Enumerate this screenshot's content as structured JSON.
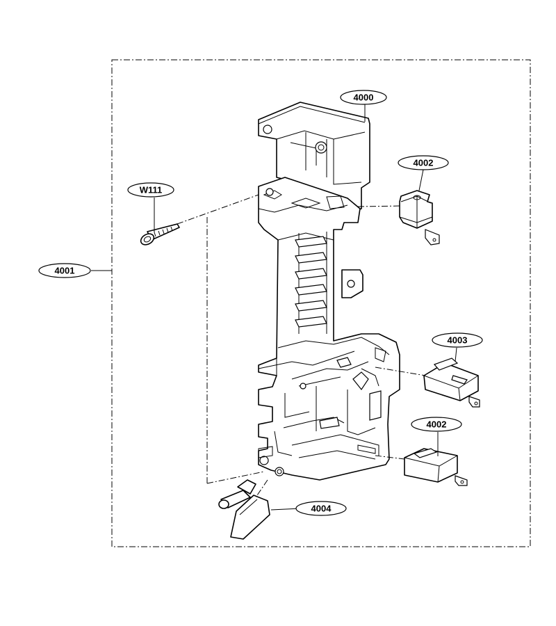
{
  "callouts": {
    "assembly": "4000",
    "bracket": "4001",
    "switch_top": "4002",
    "switch_mid": "4003",
    "switch_bottom": "4002",
    "lever": "4004",
    "screw": "W111"
  },
  "icons": {
    "screw": "screw-icon",
    "switch": "microswitch-icon",
    "lever": "lever-icon",
    "bracket": "latch-bracket-icon"
  }
}
